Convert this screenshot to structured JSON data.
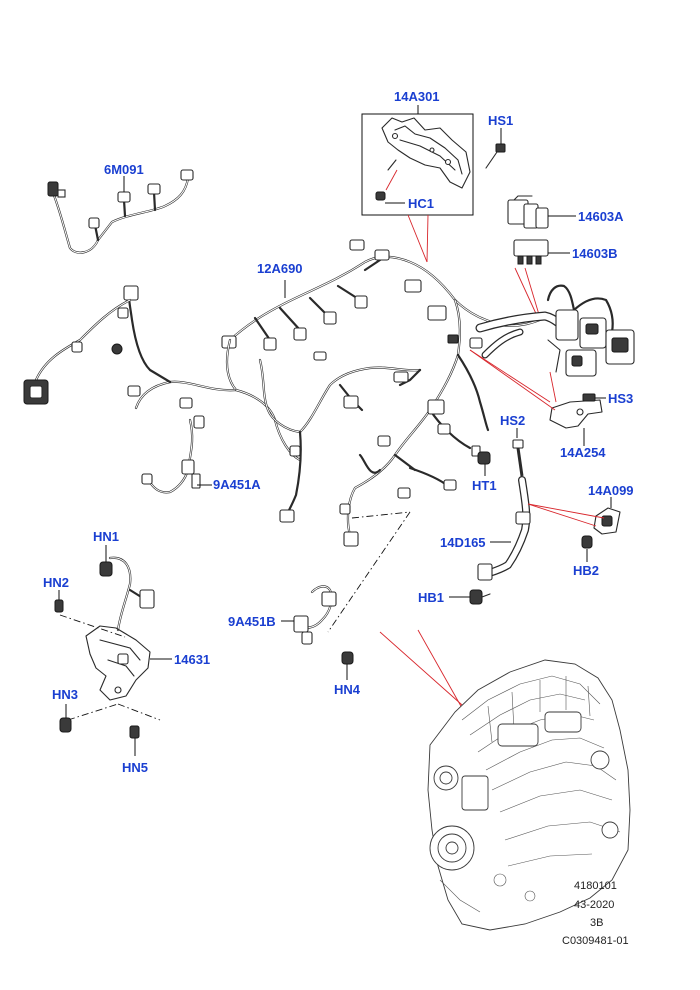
{
  "callouts": {
    "p14A301": "14A301",
    "pHS1": "HS1",
    "pHC1": "HC1",
    "p6M091": "6M091",
    "p14603A": "14603A",
    "p14603B": "14603B",
    "p12A690": "12A690",
    "pHS3": "HS3",
    "pHS2": "HS2",
    "p14A254": "14A254",
    "p9A451A": "9A451A",
    "pHT1": "HT1",
    "p14A099": "14A099",
    "pHN1": "HN1",
    "p14D165": "14D165",
    "pHN2": "HN2",
    "pHB2": "HB2",
    "pHB1": "HB1",
    "p9A451B": "9A451B",
    "p14631": "14631",
    "pHN4": "HN4",
    "pHN3": "HN3",
    "pHN5": "HN5"
  },
  "reference": {
    "line1": "4180101",
    "line2": "43-2020",
    "line3": "3B",
    "line4": "C0309481-01"
  },
  "colors": {
    "callout": "#1a3fd1",
    "leader_red": "#d8262c",
    "line": "#2a2a2a"
  }
}
